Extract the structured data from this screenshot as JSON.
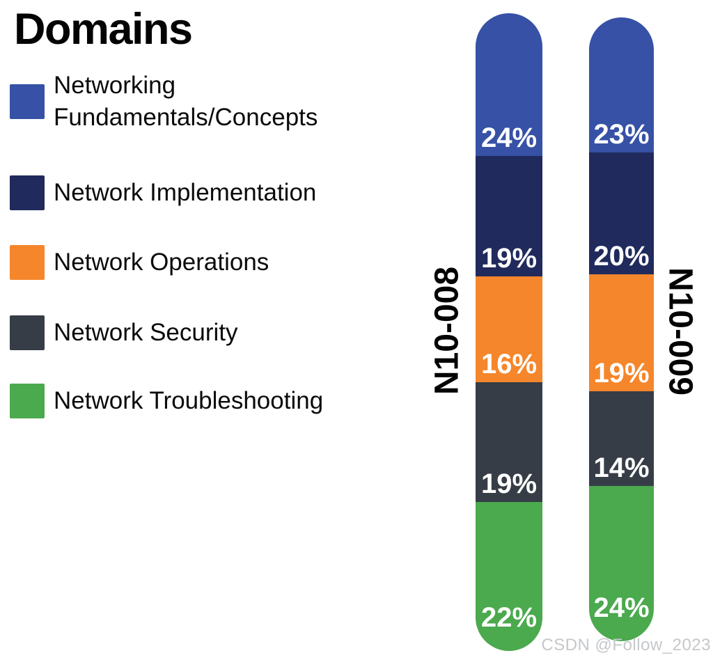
{
  "title": "Domains",
  "watermark": "CSDN @Follow_2023",
  "colors": {
    "networking_fundamentals": "#3651A5",
    "network_implementation": "#202A5C",
    "network_operations": "#F5862B",
    "network_security": "#363D47",
    "network_troubleshooting": "#4BA94E",
    "background": "#FFFFFF",
    "label_text": "#FFFFFF"
  },
  "legend": [
    {
      "label": "Networking Fundamentals/Concepts",
      "color": "#3651A5"
    },
    {
      "label": "Network Implementation",
      "color": "#202A5C"
    },
    {
      "label": "Network Operations",
      "color": "#F5862B"
    },
    {
      "label": "Network Security",
      "color": "#363D47"
    },
    {
      "label": "Network Troubleshooting",
      "color": "#4BA94E"
    }
  ],
  "chart_data": {
    "type": "bar",
    "stacked": true,
    "orientation": "vertical",
    "title": "Domains",
    "value_format": "percent",
    "legend_position": "left",
    "grid": false,
    "categories": [
      "N10-008",
      "N10-009"
    ],
    "series": [
      {
        "name": "Networking Fundamentals/Concepts",
        "color": "#3651A5",
        "values": [
          24,
          23
        ]
      },
      {
        "name": "Network Implementation",
        "color": "#202A5C",
        "values": [
          19,
          20
        ]
      },
      {
        "name": "Network Operations",
        "color": "#F5862B",
        "values": [
          16,
          19
        ]
      },
      {
        "name": "Network Security",
        "color": "#363D47",
        "values": [
          19,
          14
        ]
      },
      {
        "name": "Network Troubleshooting",
        "color": "#4BA94E",
        "values": [
          22,
          24
        ]
      }
    ]
  }
}
